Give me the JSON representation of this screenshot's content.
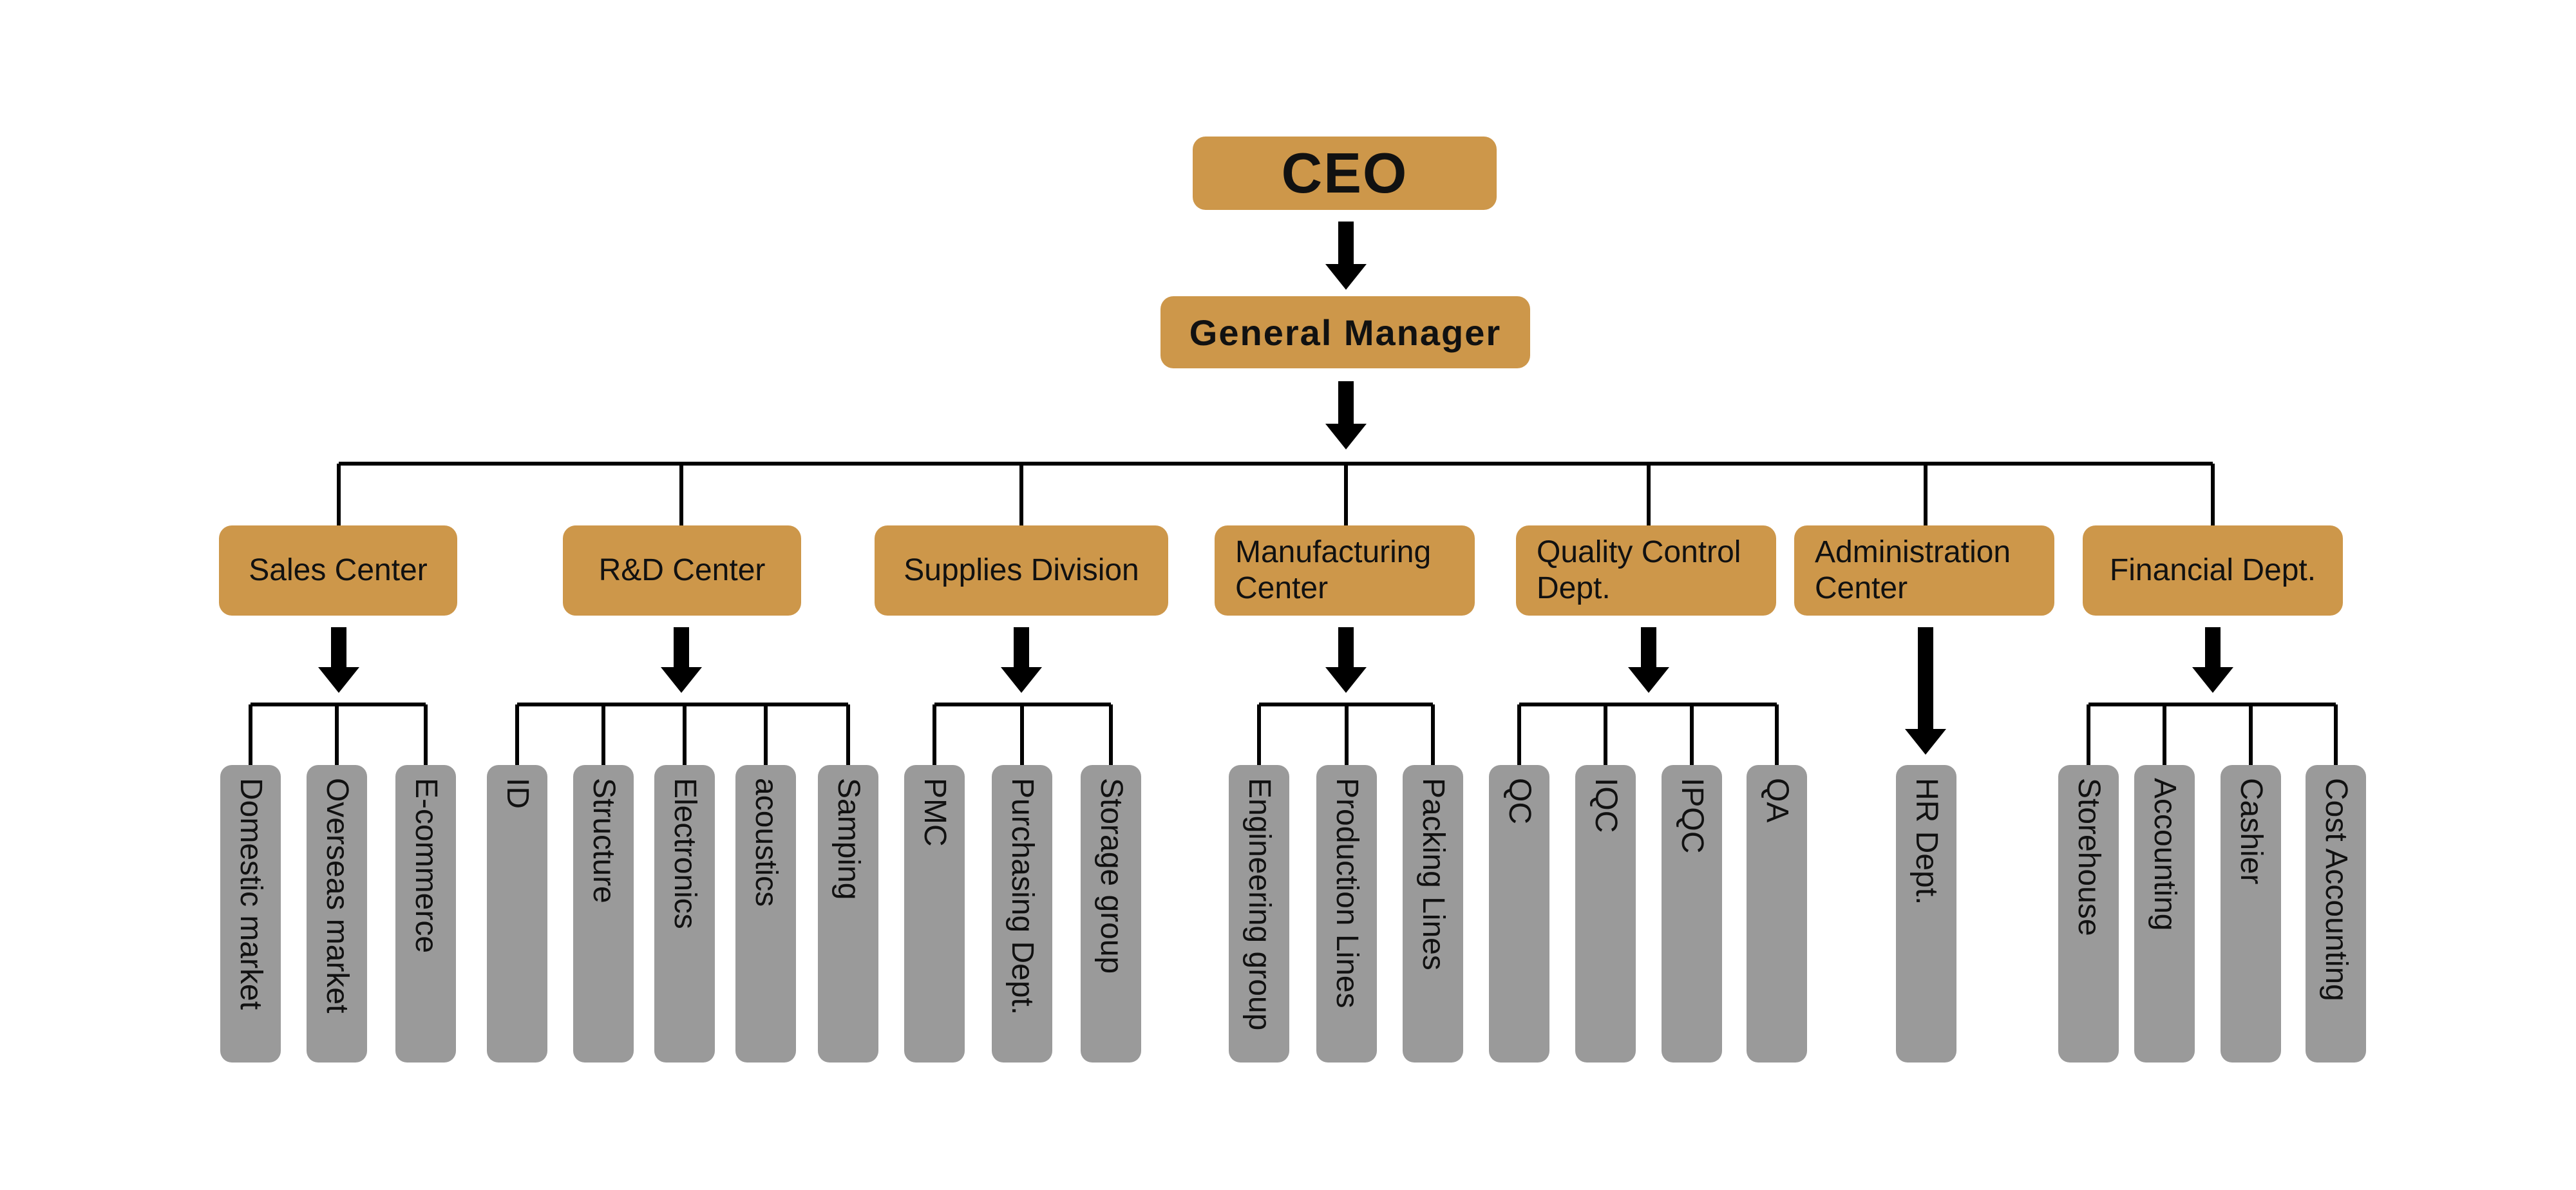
{
  "colors": {
    "department_fill": "#cd974a",
    "team_fill": "#9a9a9a",
    "connector": "#000000"
  },
  "ceo": {
    "label": "CEO"
  },
  "general_manager": {
    "label": "General Manager"
  },
  "departments": [
    {
      "label": "Sales Center",
      "teams": [
        "Domestic market",
        "Overseas market",
        "E-commerce"
      ]
    },
    {
      "label": "R&D Center",
      "teams": [
        "ID",
        "Structure",
        "Electronics",
        "acoustics",
        "Samping"
      ]
    },
    {
      "label": "Supplies Division",
      "teams": [
        "PMC",
        "Purchasing Dept.",
        "Storage group"
      ]
    },
    {
      "label": "Manufacturing Center",
      "teams": [
        "Engineering group",
        "Production Lines",
        "Packing Lines"
      ]
    },
    {
      "label": "Quality Control Dept.",
      "teams": [
        "QC",
        "IQC",
        "IPQC",
        "QA"
      ]
    },
    {
      "label": "Administration Center",
      "teams": [
        "HR Dept."
      ]
    },
    {
      "label": "Financial Dept.",
      "teams": [
        "Storehouse",
        "Accounting",
        "Cashier",
        "Cost Accounting"
      ]
    }
  ]
}
